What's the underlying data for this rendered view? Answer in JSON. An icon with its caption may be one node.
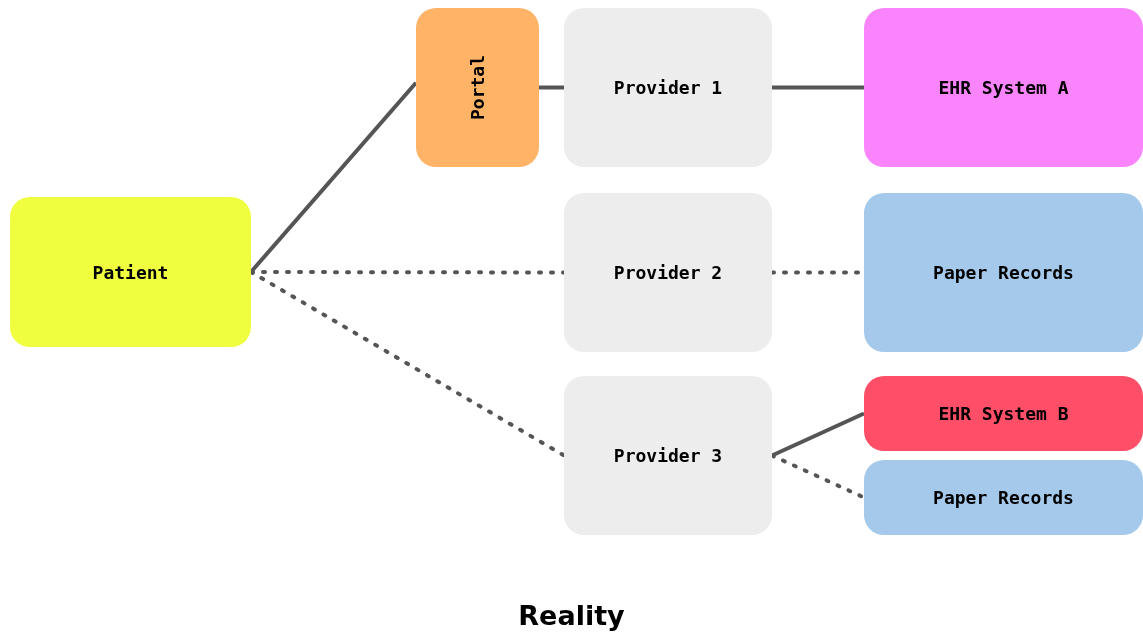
{
  "diagram": {
    "title": "Reality",
    "nodes": [
      {
        "text": [
          "Patient"
        ]
      },
      {
        "text": [
          "Portal"
        ]
      },
      {
        "text": [
          "Provider 1"
        ]
      },
      {
        "text": [
          "EHR System A"
        ]
      },
      {
        "text": [
          "Provider 2"
        ]
      },
      {
        "text": [
          "Paper Records"
        ]
      },
      {
        "text": [
          "Provider 3"
        ]
      },
      {
        "text": [
          "EHR System B"
        ]
      },
      {
        "text": [
          "Paper Records"
        ]
      }
    ],
    "edges": [
      {
        "from": 0,
        "to": 1,
        "arrow": "none"
      },
      {
        "from": 1,
        "to": 2,
        "arrow": "none"
      },
      {
        "from": 2,
        "to": 3,
        "arrow": "none"
      },
      {
        "from": 0,
        "to": 4,
        "arrow": "none",
        "style": "dashed"
      },
      {
        "from": 4,
        "to": 5,
        "arrow": "none",
        "style": "dashed"
      },
      {
        "from": 0,
        "to": 6,
        "arrow": "none",
        "style": "dashed"
      },
      {
        "from": 6,
        "to": 7,
        "arrow": "none"
      },
      {
        "from": 6,
        "to": 8,
        "arrow": "none",
        "style": "dashed"
      }
    ]
  }
}
